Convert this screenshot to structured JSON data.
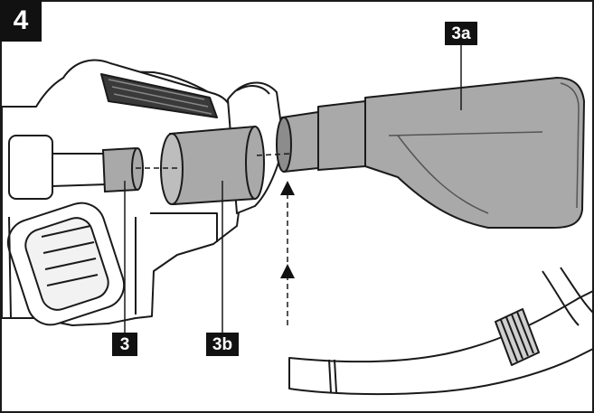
{
  "step_number": "4",
  "labels": {
    "vacuum_nozzle": "3a",
    "blower_tube": "3",
    "adapter_tube": "3b"
  },
  "colors": {
    "part_fill": "#a9a9a9",
    "part_fill_dark": "#8c8c8c",
    "outline": "#1a1a1a",
    "label_bg": "#111111",
    "label_text": "#ffffff"
  }
}
